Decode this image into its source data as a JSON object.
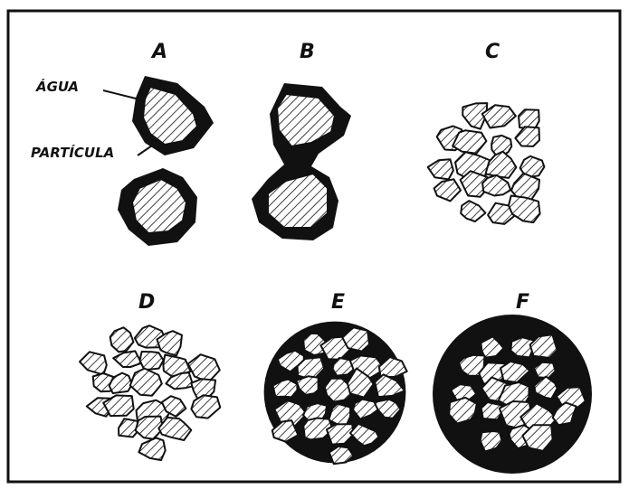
{
  "labels": {
    "water": "ÁGUA",
    "particle": "PARTÍCULA"
  },
  "panels": [
    {
      "id": "A",
      "label": "A"
    },
    {
      "id": "B",
      "label": "B"
    },
    {
      "id": "C",
      "label": "C"
    },
    {
      "id": "D",
      "label": "D"
    },
    {
      "id": "E",
      "label": "E"
    },
    {
      "id": "F",
      "label": "F"
    }
  ],
  "colors": {
    "ink": "#111111",
    "paper": "#ffffff"
  }
}
